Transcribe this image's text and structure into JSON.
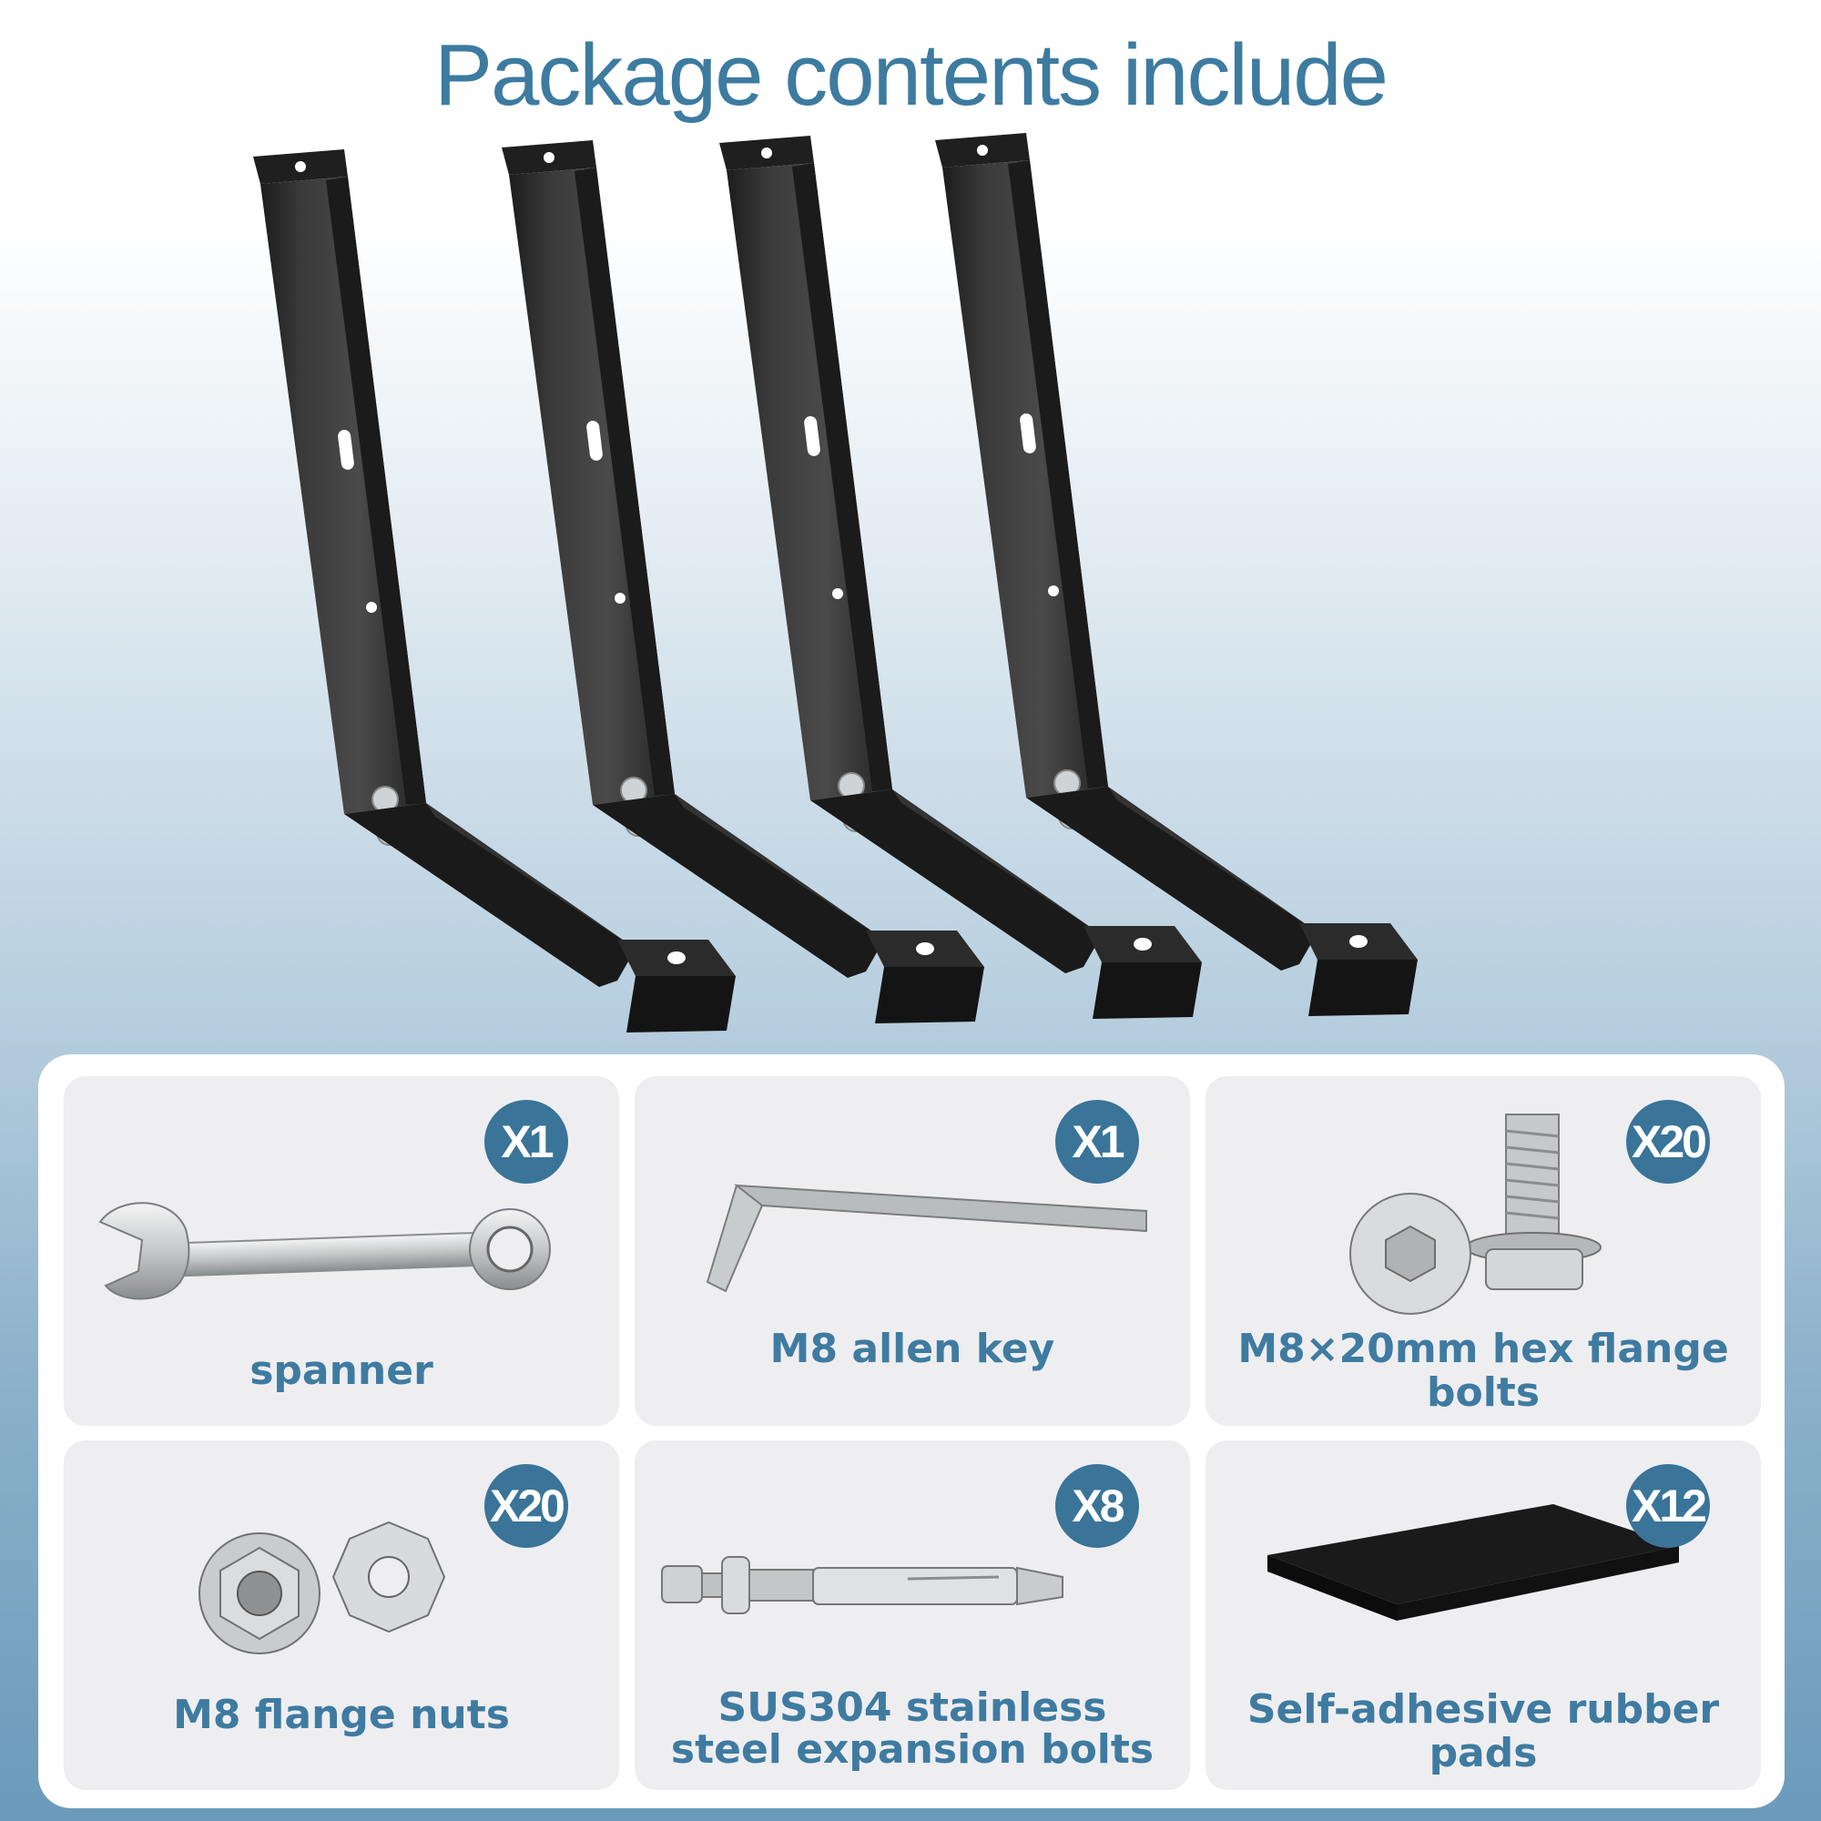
{
  "title": "Package contents include",
  "items": [
    {
      "name": "spanner",
      "quantity": "X1",
      "icon": "spanner-icon"
    },
    {
      "name": "M8 allen key",
      "quantity": "X1",
      "icon": "allen-key-icon"
    },
    {
      "name": "M8×20mm hex flange bolts",
      "quantity": "X20",
      "icon": "hex-flange-bolt-icon"
    },
    {
      "name": "M8 flange nuts",
      "quantity": "X20",
      "icon": "flange-nut-icon"
    },
    {
      "name_line1": "SUS304 stainless",
      "name_line2": "steel expansion bolts",
      "quantity": "X8",
      "icon": "expansion-bolt-icon"
    },
    {
      "name": "Self-adhesive rubber pads",
      "quantity": "X12",
      "icon": "rubber-pad-icon"
    }
  ],
  "colors": {
    "accent": "#3a7498",
    "text": "#3f7ba1",
    "bracket": "#2a2a2a"
  }
}
